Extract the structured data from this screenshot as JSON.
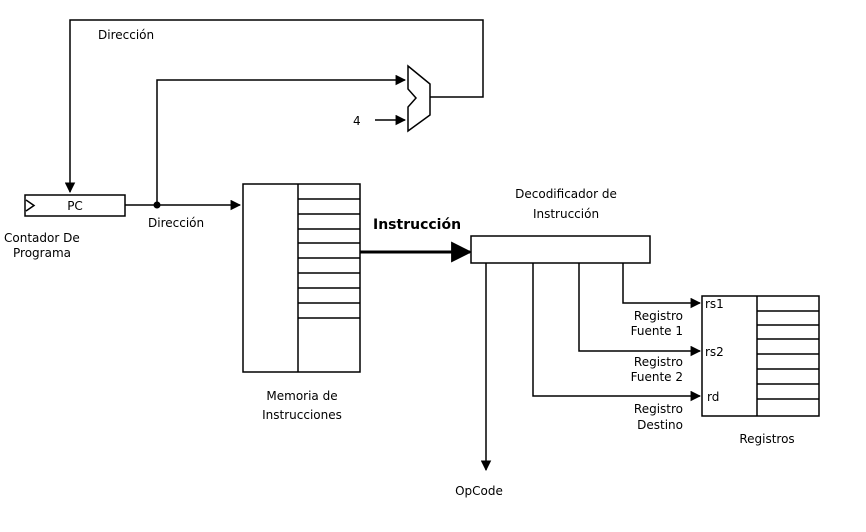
{
  "labels": {
    "direccion_top": "Dirección",
    "direccion_mid": "Dirección",
    "pc": "PC",
    "contador_line1": "Contador De",
    "contador_line2": "Programa",
    "four": "4",
    "instruccion": "Instrucción",
    "decodificador_line1": "Decodificador de",
    "decodificador_line2": "Instrucción",
    "memoria_line1": "Memoria de",
    "memoria_line2": "Instrucciones",
    "rs1": "rs1",
    "rs2": "rs2",
    "rd": "rd",
    "fuente1_line1": "Registro",
    "fuente1_line2": "Fuente 1",
    "fuente2_line1": "Registro",
    "fuente2_line2": "Fuente 2",
    "destino_line1": "Registro",
    "destino_line2": "Destino",
    "registros": "Registros",
    "opcode": "OpCode"
  }
}
